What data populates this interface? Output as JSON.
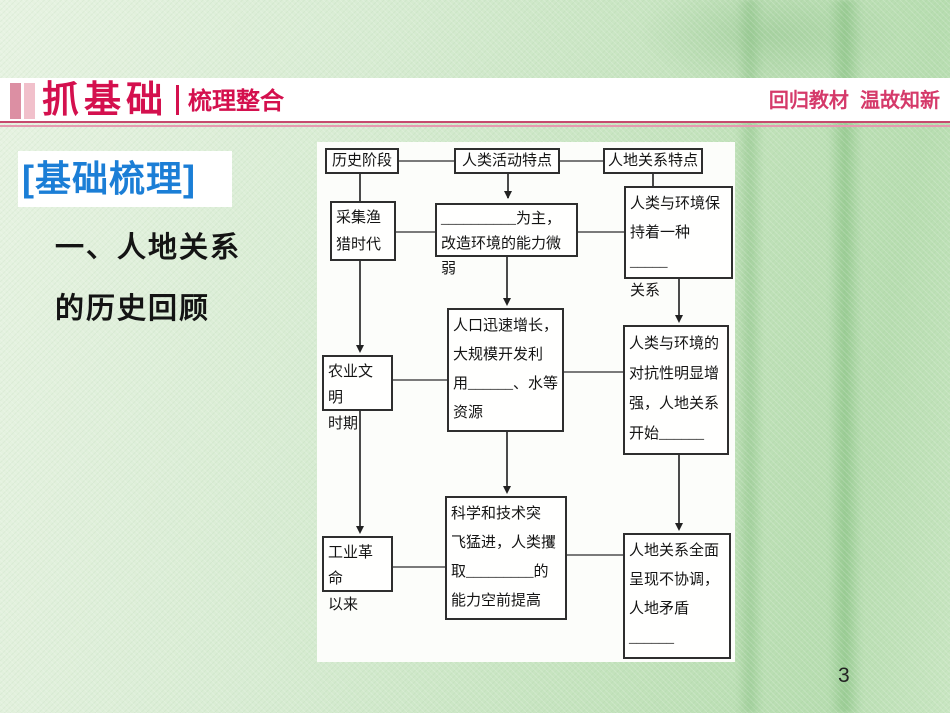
{
  "header": {
    "title": "抓基础",
    "subtitle": "梳理整合",
    "right_text": "回归教材  温故知新"
  },
  "section": {
    "tag": "[基础梳理]",
    "heading": "一、人地关系\n的历史回顾"
  },
  "flowchart": {
    "headers": {
      "stage": "历史阶段",
      "activity": "人类活动特点",
      "relation": "人地关系特点"
    },
    "rows": [
      {
        "stage": "采集渔\n猎时代",
        "activity": "__________为主，\n改造环境的能力微弱",
        "relation": "人类与环境保\n持着一种_____\n        关系"
      },
      {
        "stage": "农业文明\n时期",
        "activity": "人口迅速增长，\n大规模开发利\n用______、水等\n资源",
        "relation": "人类与环境的\n对抗性明显增\n强，人地关系\n开始______"
      },
      {
        "stage": "工业革命\n以来",
        "activity": "科学和技术突\n飞猛进，人类攫\n取_________的\n能力空前提高",
        "relation": "人地关系全面\n呈现不协调，\n人地矛盾\n______"
      }
    ]
  },
  "page": {
    "number": "3"
  },
  "colors": {
    "accent_red": "#d4104e",
    "accent_blue": "#1b7ed6",
    "background_green": "#c9e6c2"
  }
}
